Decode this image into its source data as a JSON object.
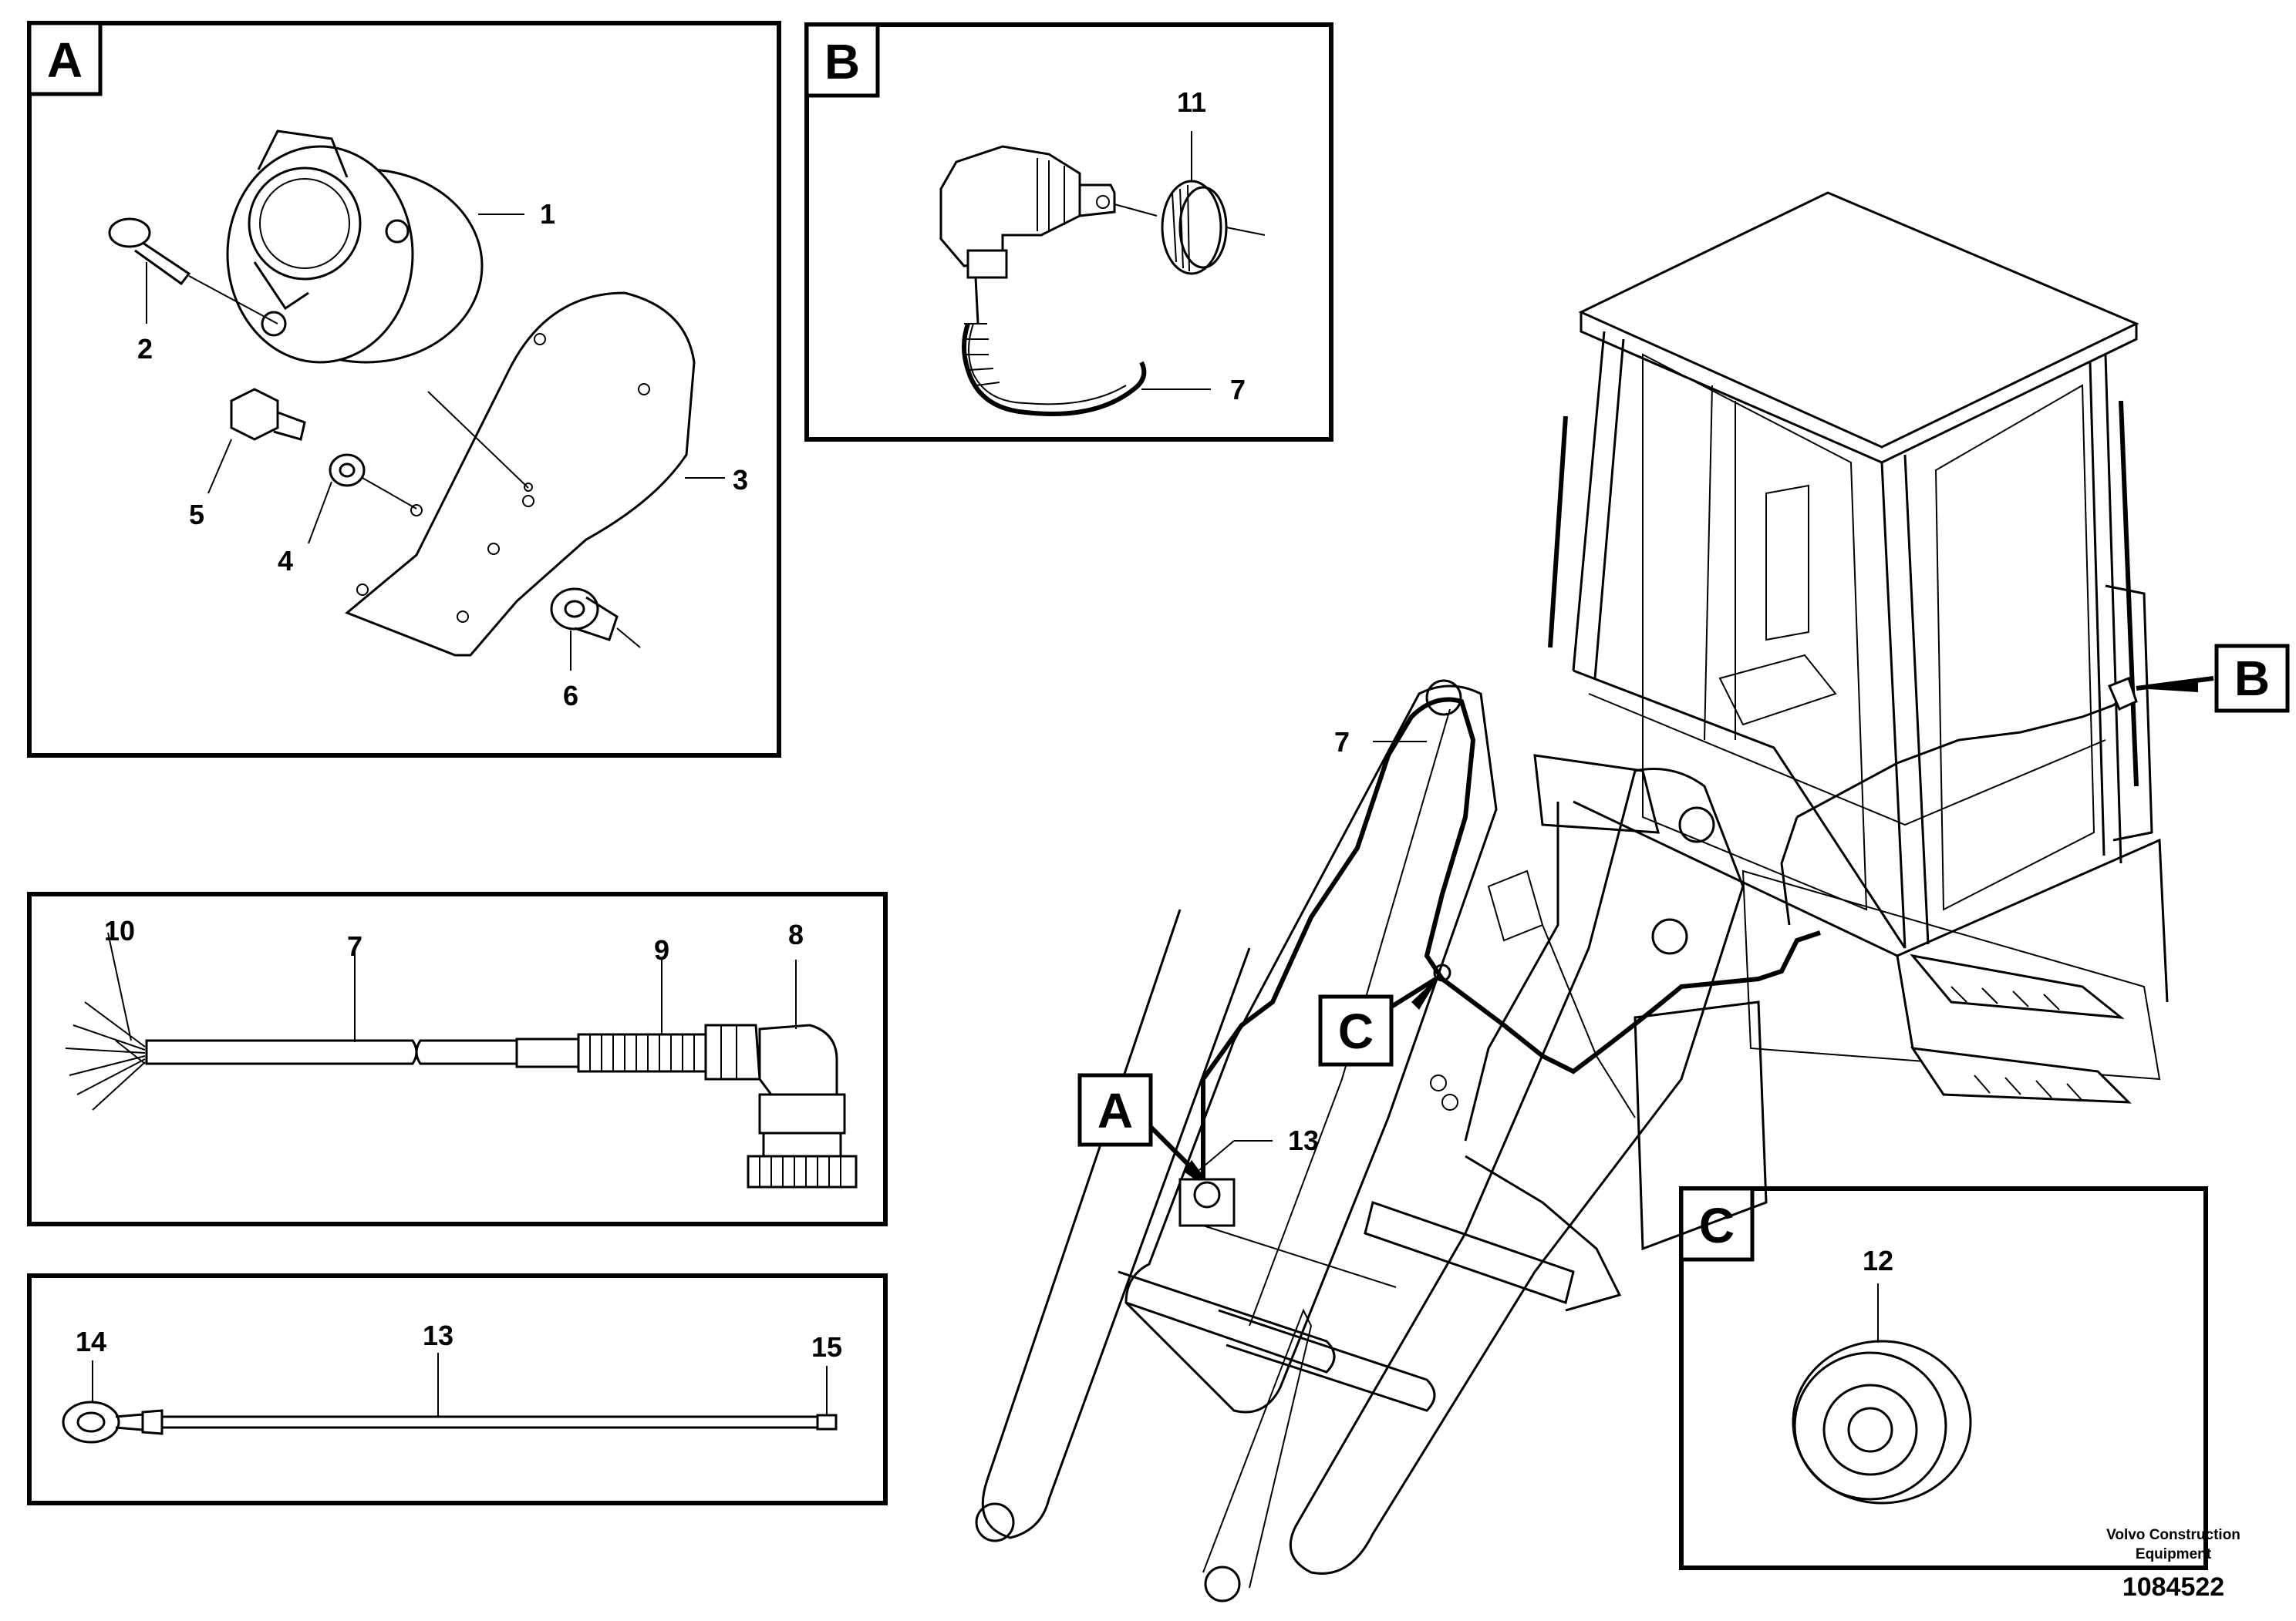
{
  "panels": {
    "a": {
      "letter": "A",
      "callouts": [
        "1",
        "2",
        "3",
        "4",
        "5",
        "6"
      ]
    },
    "b": {
      "letter": "B",
      "callouts": [
        "11",
        "7"
      ]
    },
    "cable": {
      "callouts": [
        "10",
        "7",
        "9",
        "8"
      ]
    },
    "ground": {
      "callouts": [
        "14",
        "13",
        "15"
      ]
    },
    "c": {
      "letter": "C",
      "callouts": [
        "12"
      ]
    }
  },
  "main": {
    "markers": [
      "A",
      "B",
      "C"
    ],
    "callouts": [
      "7",
      "13"
    ]
  },
  "footer": {
    "brand_line1": "Volvo Construction",
    "brand_line2": "Equipment",
    "drawing_number": "1084522"
  }
}
